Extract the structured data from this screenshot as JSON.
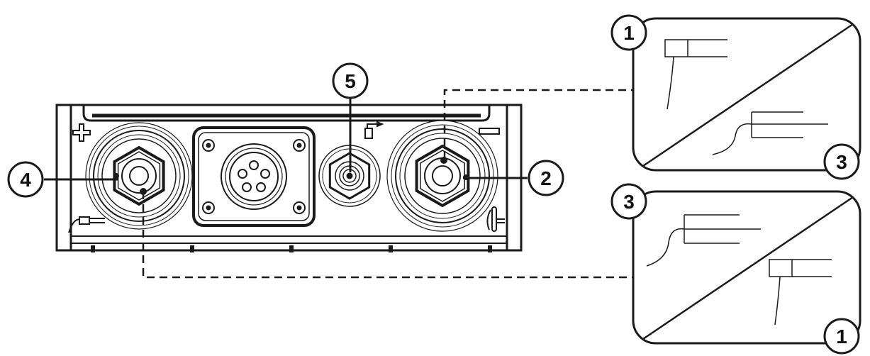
{
  "callouts": {
    "front_left": "4",
    "front_right": "2",
    "front_top": "5",
    "inset_top_topleft": "1",
    "inset_top_bottomright": "3",
    "inset_bottom_topleft": "3",
    "inset_bottom_bottomright": "1"
  },
  "polarity": {
    "left_symbol": "plus-icon",
    "right_symbol": "minus-icon"
  },
  "colors": {
    "line": "#1a1a1a",
    "background": "#ffffff"
  }
}
